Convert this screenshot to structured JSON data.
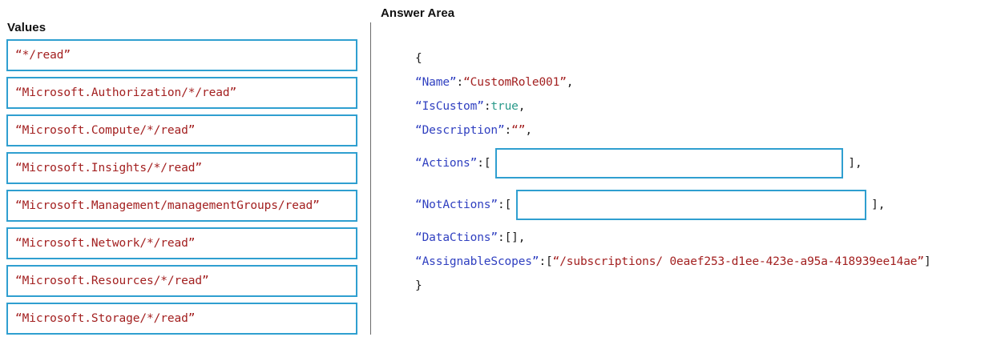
{
  "values_panel": {
    "title": "Values",
    "items": [
      {
        "label": "“*/read”"
      },
      {
        "label": "“Microsoft.Authorization/*/read”"
      },
      {
        "label": "“Microsoft.Compute/*/read”"
      },
      {
        "label": "“Microsoft.Insights/*/read”"
      },
      {
        "label": "“Microsoft.Management/managementGroups/read”"
      },
      {
        "label": "“Microsoft.Network/*/read”"
      },
      {
        "label": "“Microsoft.Resources/*/read”"
      },
      {
        "label": "“Microsoft.Storage/*/read”"
      }
    ]
  },
  "answer_panel": {
    "title": "Answer Area",
    "json": {
      "open_brace": "{",
      "close_brace": "}",
      "lines": {
        "name": {
          "key": "“Name”",
          "colon": ": ",
          "value": "“CustomRole001”",
          "trailing": ","
        },
        "is_custom": {
          "key": "“IsCustom”",
          "colon": ": ",
          "value": "true",
          "trailing": ","
        },
        "description": {
          "key": "“Description”",
          "colon": ": ",
          "value": "“”",
          "trailing": ","
        },
        "actions": {
          "key": "“Actions”",
          "colon": ": ",
          "open_bracket": "[",
          "box_value": "",
          "close_bracket": "],"
        },
        "not_actions": {
          "key": "“NotActions”",
          "colon": ": ",
          "open_bracket": "[",
          "box_value": "",
          "close_bracket": "],"
        },
        "data_ctions": {
          "key": "“DataCtions”",
          "colon": ": ",
          "value": "[],"
        },
        "assignable_scopes": {
          "key": "“AssignableScopes”",
          "colon": ": ",
          "open_bracket": "[",
          "value": "“/subscriptions/ 0eaef253-d1ee-423e-a95a-418939ee14ae”",
          "close_bracket": "]"
        }
      }
    }
  },
  "colors": {
    "chip_border": "#2f9fd0",
    "string_value": "#a32020",
    "json_key": "#2f3fc0",
    "boolean": "#2a9a8a",
    "divider": "#6b6b6b",
    "heading": "#111111"
  }
}
